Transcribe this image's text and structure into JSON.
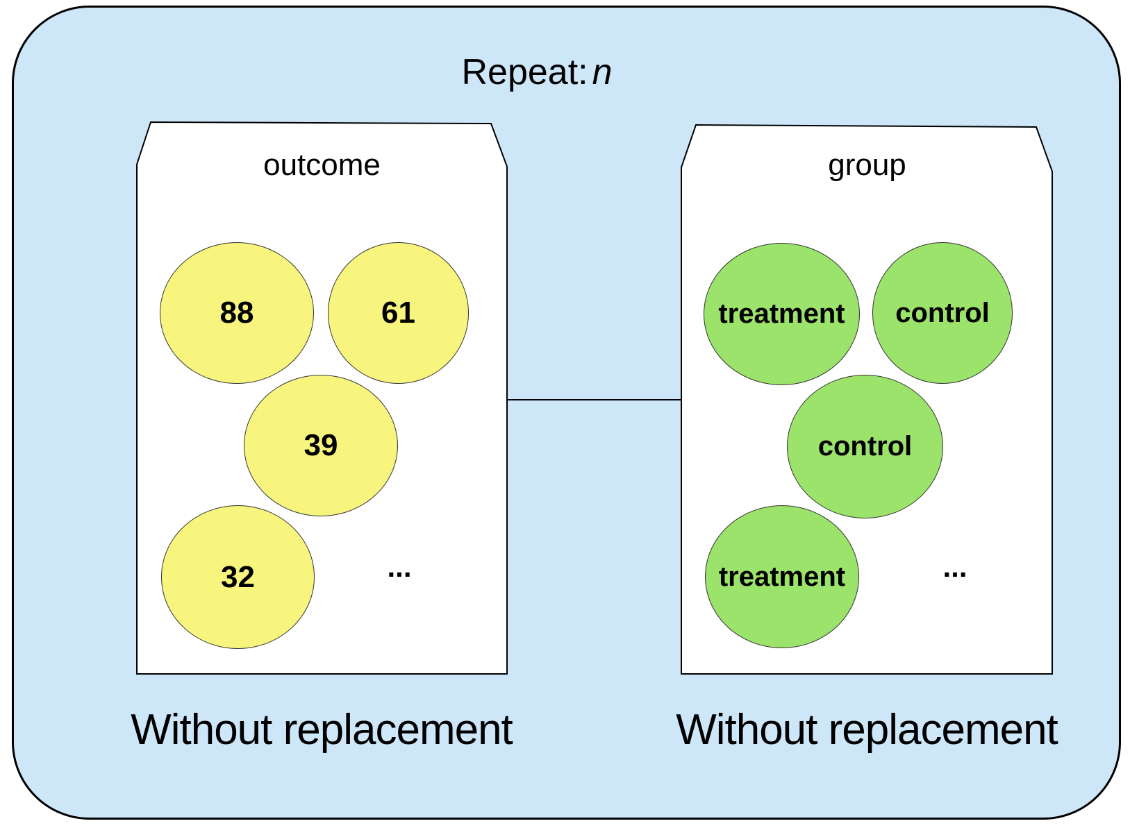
{
  "title": {
    "prefix": "Repeat:",
    "variable": "n"
  },
  "colors": {
    "frame_background": "#cde7f9",
    "outcome_ball": "#f8f57e",
    "group_ball": "#9be36a",
    "outline": "#000000"
  },
  "bags": [
    {
      "label": "outcome",
      "balls": [
        "88",
        "61",
        "39",
        "32"
      ],
      "ellipsis": "...",
      "caption": "Without replacement"
    },
    {
      "label": "group",
      "balls": [
        "treatment",
        "control",
        "control",
        "treatment"
      ],
      "ellipsis": "...",
      "caption": "Without replacement"
    }
  ]
}
